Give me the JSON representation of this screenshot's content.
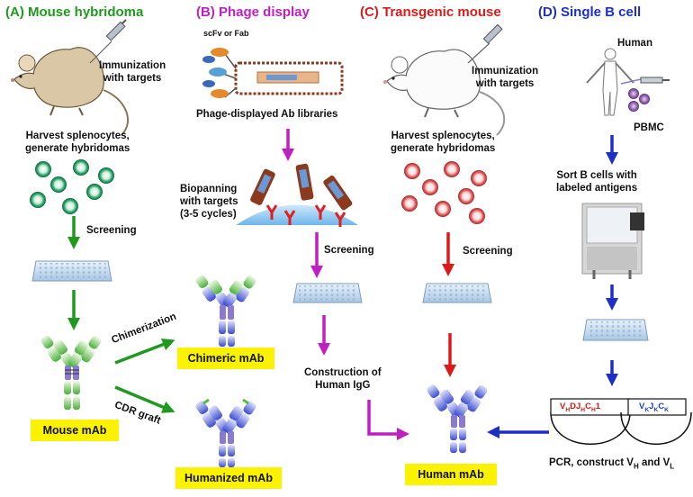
{
  "panels": {
    "a": {
      "title": "(A) Mouse hybridoma",
      "color": "#1f9a1f"
    },
    "b": {
      "title": "(B) Phage display",
      "color": "#c21fc2"
    },
    "c": {
      "title": "(C) Transgenic mouse",
      "color": "#dd1a1a"
    },
    "d": {
      "title": "(D) Single B cell",
      "color": "#1d2fc8"
    }
  },
  "labels": {
    "immunization": "Immunization\nwith targets",
    "harvest": "Harvest splenocytes,\ngenerate hybridomas",
    "screening": "Screening",
    "chimerization": "Chimerization",
    "cdr_graft": "CDR graft",
    "scfv": "scFv or Fab",
    "phage_libraries": "Phage-displayed Ab libraries",
    "biopanning": "Biopanning\nwith targets\n(3-5 cycles)",
    "construction": "Construction of\nHuman IgG",
    "human": "Human",
    "pbmc": "PBMC",
    "sort": "Sort B cells with\nlabeled antigens",
    "pcr_prefix": "PCR, construct V",
    "pcr_sub1": "H",
    "pcr_and": " and V",
    "pcr_sub2": "L"
  },
  "results": {
    "mouse": "Mouse mAb",
    "chimeric": "Chimeric mAb",
    "humanized": "Humanized mAb",
    "human": "Human mAb"
  },
  "genes": {
    "heavy": [
      {
        "t": "V",
        "s": "H"
      },
      {
        "t": "DJ",
        "s": "H"
      },
      {
        "t": "C",
        "s": "H"
      },
      {
        "t": "1",
        "s": ""
      }
    ],
    "light": [
      {
        "t": "V",
        "s": "K"
      },
      {
        "t": "J",
        "s": "K"
      },
      {
        "t": "C",
        "s": "K"
      }
    ]
  },
  "colors": {
    "green_arrow": "#1f9a1f",
    "magenta_arrow": "#c21fc2",
    "red_arrow": "#dd1a1a",
    "blue_arrow": "#1d2fc8",
    "result_box": "#fbf200",
    "gene_heavy": "#d01515",
    "gene_light": "#1d3fc8"
  }
}
